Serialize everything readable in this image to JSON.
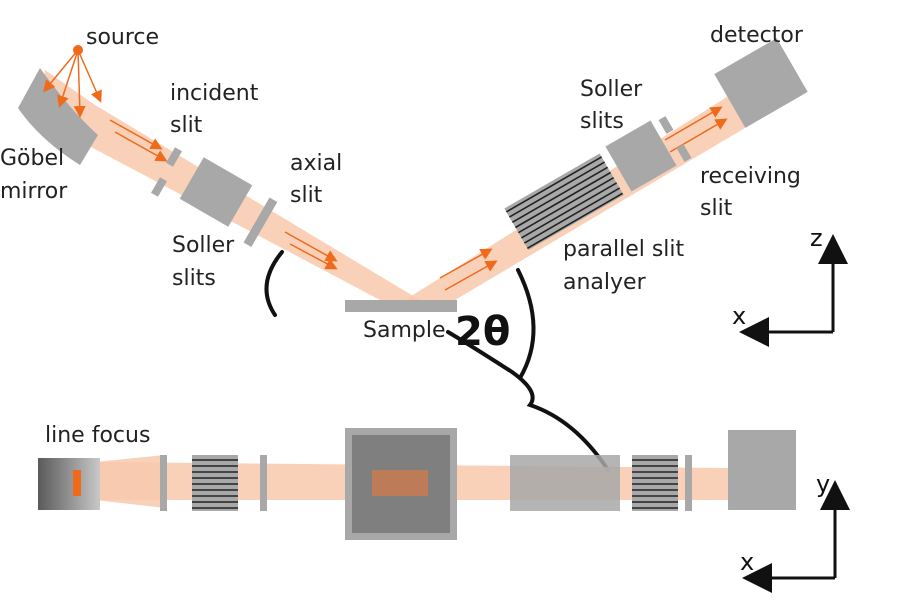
{
  "colors": {
    "beam": "#f8c9ad",
    "beam_dark": "#e58a55",
    "arrow": "#f06a1c",
    "component": "#a8a8a8",
    "component_dark": "#8f8f8f",
    "ink": "#111111"
  },
  "top_view": {
    "labels": {
      "source": "source",
      "incident_slit_1": "incident",
      "incident_slit_2": "slit",
      "gobel_1": "Göbel",
      "gobel_2": "mirror",
      "axial_1": "axial",
      "axial_2": "slit",
      "soller_in_1": "Soller",
      "soller_in_2": "slits",
      "sample": "Sample",
      "detector": "detector",
      "soller_out_1": "Soller",
      "soller_out_2": "slits",
      "receiving_1": "receiving",
      "receiving_2": "slit",
      "analyzer_1": "parallel slit",
      "analyzer_2": "analyer"
    },
    "axes": {
      "vertical": "z",
      "horizontal": "x"
    }
  },
  "bottom_view": {
    "labels": {
      "line_focus": "line focus"
    },
    "axes": {
      "vertical": "y",
      "horizontal": "x"
    }
  },
  "annotation": {
    "angle_text": "2θ"
  }
}
